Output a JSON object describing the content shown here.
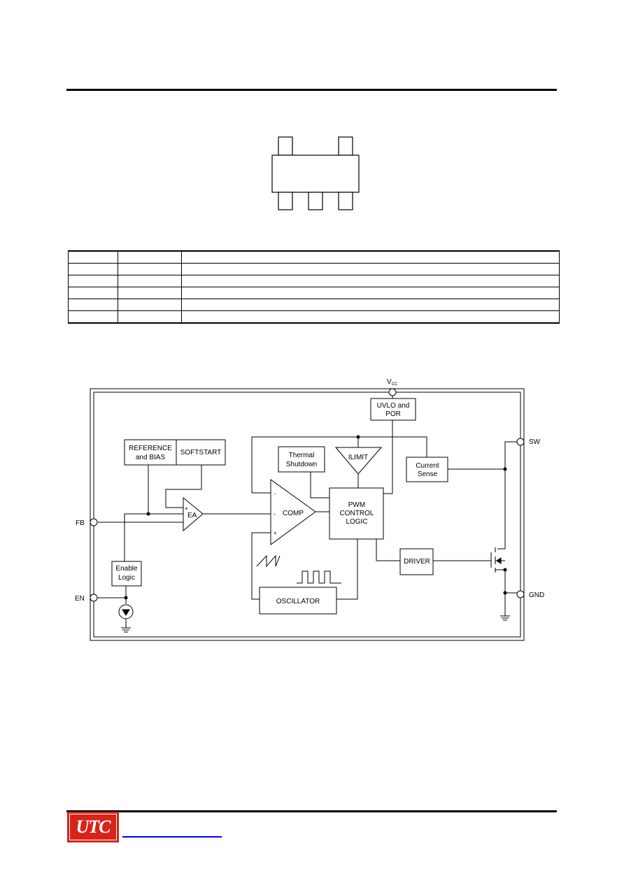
{
  "logo": {
    "text": "UTC",
    "color": "#d62418"
  },
  "pin_table": {
    "rows": 6,
    "columns": 3
  },
  "block_diagram": {
    "vcc": {
      "base": "V",
      "sub": "CC"
    },
    "pins": {
      "sw": "SW",
      "fb": "FB",
      "en": "EN",
      "gnd": "GND"
    },
    "blocks": {
      "uvlo": [
        "UVLO and",
        "POR"
      ],
      "reference": [
        "REFERENCE",
        "and BIAS"
      ],
      "softstart": "SOFTSTART",
      "thermal": [
        "Thermal",
        "Shutdown"
      ],
      "ilimit": "ILIMIT",
      "current_sense": [
        "Current",
        "Sense"
      ],
      "ea": "EA",
      "comp": "COMP",
      "pwm": [
        "PWM",
        "CONTROL",
        "LOGIC"
      ],
      "driver": "DRIVER",
      "enable": [
        "Enable",
        "Logic"
      ],
      "oscillator": "OSCILLATOR"
    },
    "signs": {
      "plus": "+",
      "minus": "-",
      "dash": "-"
    }
  }
}
